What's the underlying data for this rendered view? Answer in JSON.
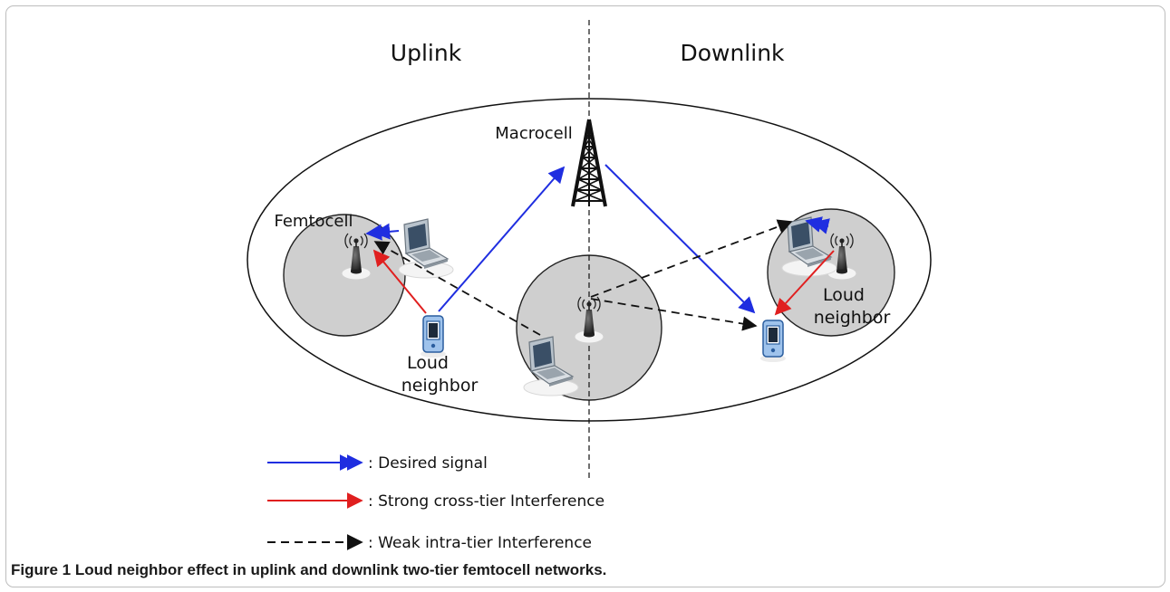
{
  "figure": {
    "caption": "Figure 1 Loud neighbor effect in uplink and downlink two-tier femtocell networks.",
    "labels": {
      "uplink": "Uplink",
      "downlink": "Downlink",
      "macrocell": "Macrocell",
      "femtocell": "Femtocell",
      "loud_neighbor_left_1": "Loud",
      "loud_neighbor_left_2": "neighbor",
      "loud_neighbor_right_1": "Loud",
      "loud_neighbor_right_2": "neighbor"
    },
    "legend": [
      {
        "style": "solid-double-arrow",
        "color": "#1f2ee0",
        "text": ": Desired signal"
      },
      {
        "style": "solid-arrow",
        "color": "#e01f1f",
        "text": ": Strong cross-tier Interference"
      },
      {
        "style": "dashed-arrow",
        "color": "#111111",
        "text": ": Weak intra-tier Interference"
      }
    ],
    "colors": {
      "desired": "#1f2ee0",
      "strong": "#e01f1f",
      "weak": "#111111",
      "femtocell_fill": "#cfcfcf"
    },
    "icons": [
      "macrocell-tower-icon",
      "femto-base-station-icon",
      "laptop-icon",
      "handset-icon"
    ]
  }
}
